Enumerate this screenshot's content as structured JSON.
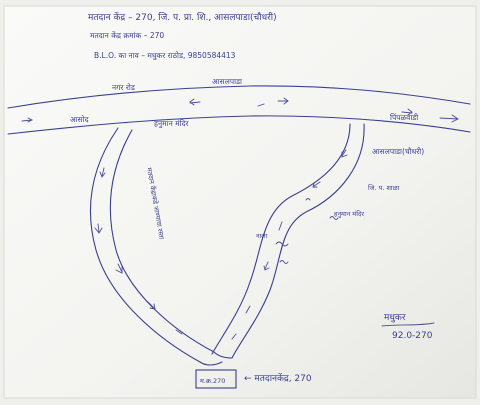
{
  "header": {
    "line1": "मतदान केंद्र – 270, जि. प. प्रा. शि., आसलपाडा(चौधरी)",
    "line2": "मतदान केंद्र क्रमांक – 270",
    "line3": "B.L.O. का नाव – मधुकर राठोड, 9850584413"
  },
  "labels": {
    "top_left_road": "नगर रोड",
    "top_mid_road": "आसलपाडा",
    "left_junction": "आसोद",
    "left_temple": "हनुमान मंदिर",
    "right_road": "पिंपळवाडी",
    "right_village": "आसलपाडा(चौधरी)",
    "center_note": "मतदान केंद्राकडे जाण्याचा रस्ता",
    "right_mid_1": "जि. प. शाळा",
    "right_mid_2": "हनुमान मंदिर",
    "center_right": "नाला",
    "booth_box": "म.क्र.270",
    "booth_label": "← मतदानकेंद्र, 270",
    "signature_name": "मधुकर",
    "signature_date": "92.0-270"
  },
  "colors": {
    "ink": "#3a3f8f",
    "paper": "#f7f7f4"
  }
}
